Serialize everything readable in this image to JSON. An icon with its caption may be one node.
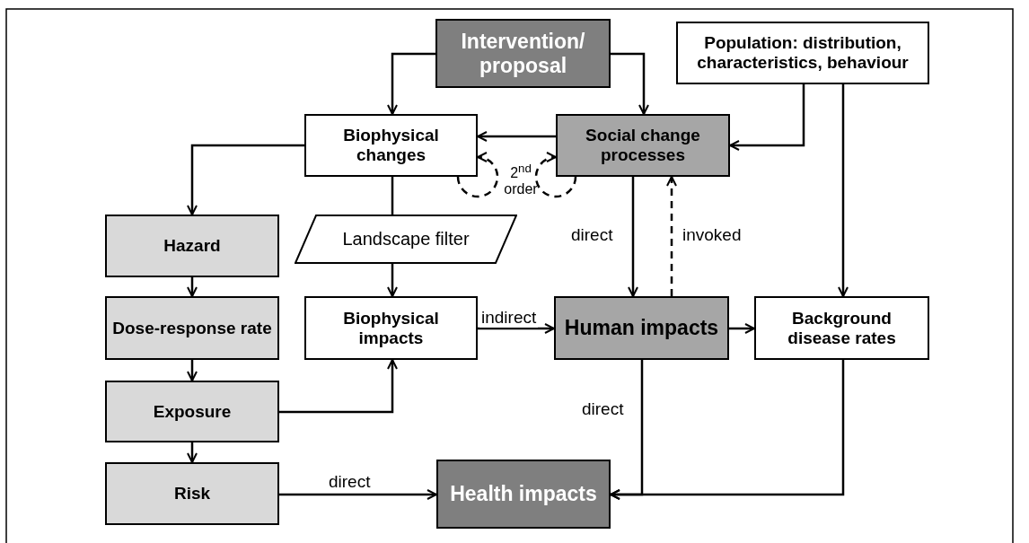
{
  "diagram": {
    "nodes": [
      {
        "text": [
          "Intervention/ proposal"
        ]
      },
      {
        "text": [
          "Population: distribution, characteristics, behaviour"
        ]
      },
      {
        "text": [
          "Biophysical changes"
        ]
      },
      {
        "text": [
          "Social change processes"
        ]
      },
      {
        "text": [
          "Hazard"
        ]
      },
      {
        "text": [
          "Landscape filter"
        ]
      },
      {
        "text": [
          "Dose-response rate"
        ]
      },
      {
        "text": [
          "Biophysical impacts"
        ]
      },
      {
        "text": [
          "Human impacts"
        ]
      },
      {
        "text": [
          "Background disease rates"
        ]
      },
      {
        "text": [
          "Exposure"
        ]
      },
      {
        "text": [
          "Risk"
        ]
      },
      {
        "text": [
          "Health impacts"
        ]
      }
    ],
    "edges": [
      {
        "from": 0,
        "to": 2,
        "arrow": "to"
      },
      {
        "from": 0,
        "to": 3,
        "arrow": "to"
      },
      {
        "from": 1,
        "to": 3,
        "arrow": "to"
      },
      {
        "from": 1,
        "to": 9,
        "arrow": "to"
      },
      {
        "from": 3,
        "to": 2,
        "arrow": "to"
      },
      {
        "from": 2,
        "to": 2,
        "arrow": "to",
        "style": "dashed"
      },
      {
        "from": 3,
        "to": 3,
        "arrow": "to",
        "style": "dashed"
      },
      {
        "from": 2,
        "to": 4,
        "arrow": "to"
      },
      {
        "from": 2,
        "to": 5,
        "arrow": "none"
      },
      {
        "from": 5,
        "to": 7,
        "arrow": "to"
      },
      {
        "from": 3,
        "to": 8,
        "label": "direct",
        "arrow": "to"
      },
      {
        "from": 8,
        "to": 3,
        "label": "invoked",
        "arrow": "to",
        "style": "dashed"
      },
      {
        "from": 4,
        "to": 6,
        "arrow": "to"
      },
      {
        "from": 6,
        "to": 10,
        "arrow": "to"
      },
      {
        "from": 10,
        "to": 7,
        "arrow": "to"
      },
      {
        "from": 7,
        "to": 8,
        "label": "indirect",
        "arrow": "to"
      },
      {
        "from": 8,
        "to": 9,
        "arrow": "to"
      },
      {
        "from": 10,
        "to": 11,
        "arrow": "to"
      },
      {
        "from": 11,
        "to": 12,
        "label": "direct",
        "arrow": "to"
      },
      {
        "from": 8,
        "to": 12,
        "label": "direct",
        "arrow": "to"
      },
      {
        "from": 9,
        "to": 12,
        "arrow": "to"
      }
    ],
    "labels": [
      "2$^{nd}$ order"
    ]
  }
}
